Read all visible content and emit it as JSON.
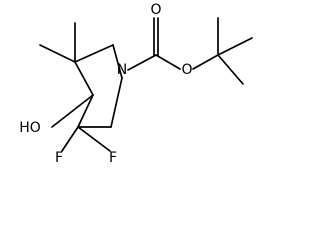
{
  "structure": {
    "atoms": [
      {
        "id": "O_carbonyl",
        "label": "O"
      },
      {
        "id": "O_ester",
        "label": "O"
      },
      {
        "id": "N_ring",
        "label": "N"
      },
      {
        "id": "HO_group",
        "label": "HO"
      },
      {
        "id": "F_left",
        "label": "F"
      },
      {
        "id": "F_right",
        "label": "F"
      }
    ]
  }
}
